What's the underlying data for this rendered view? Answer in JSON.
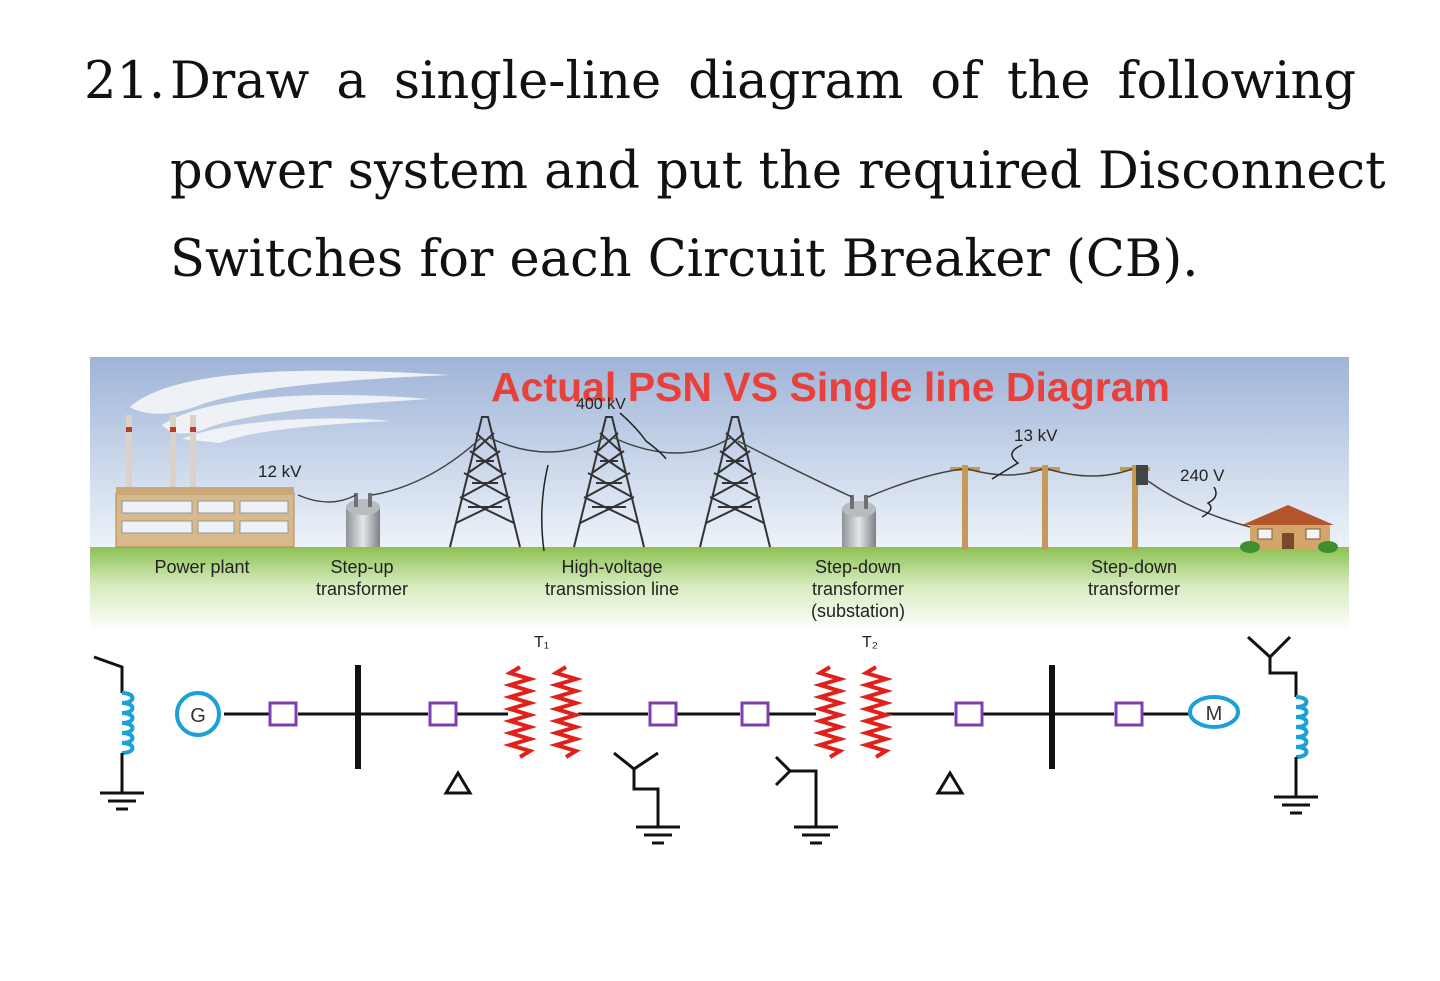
{
  "question": {
    "number": "21.",
    "lines": [
      "Draw a single-line diagram of the following",
      "power system and put the required Disconnect",
      "Switches for each Circuit Breaker (CB)."
    ]
  },
  "figure": {
    "banner_title": "Actual PSN VS Single line Diagram",
    "voltages": {
      "plant_out": "12 kV",
      "transmission": "400 kV",
      "distribution": "13 kV",
      "service": "240 V"
    },
    "stage_labels": {
      "power_plant": [
        "Power plant"
      ],
      "step_up": [
        "Step-up",
        "transformer"
      ],
      "hv_line": [
        "High-voltage",
        "transmission line"
      ],
      "substation": [
        "Step-down",
        "transformer",
        "(substation)"
      ],
      "step_down": [
        "Step-down",
        "transformer"
      ]
    },
    "sld": {
      "transformer_1": "T₁",
      "transformer_2": "T₂",
      "generator": "G",
      "motor": "M"
    },
    "colors": {
      "title": "#e8403a",
      "breaker": "#7d3fb0",
      "winding": "#e0201b",
      "coil": "#1d9fd8",
      "ground": "#8bc34a"
    }
  }
}
